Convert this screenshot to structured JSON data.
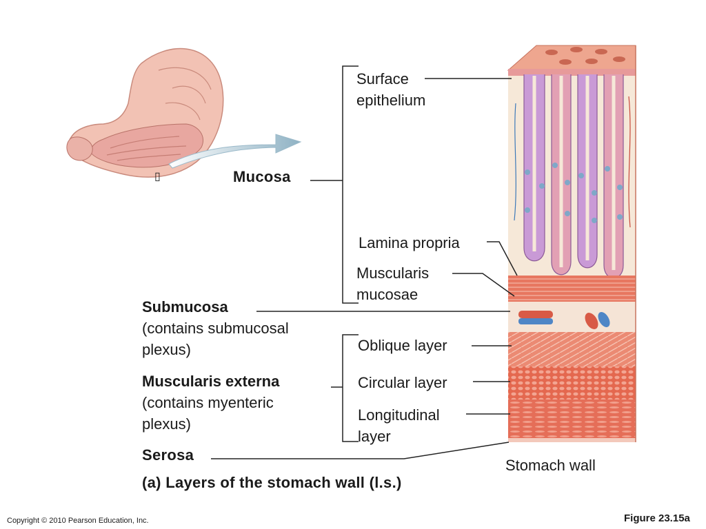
{
  "labels": {
    "mucosa": "Mucosa",
    "surface_epithelium": [
      "Surface",
      "epithelium"
    ],
    "lamina_propria": "Lamina propria",
    "muscularis_mucosae": [
      "Muscularis",
      "mucosae"
    ],
    "submucosa": {
      "title": "Submucosa",
      "note": [
        "(contains submucosal",
        "plexus)"
      ]
    },
    "oblique_layer": "Oblique layer",
    "circular_layer": "Circular layer",
    "longitudinal_layer": [
      "Longitudinal",
      "layer"
    ],
    "muscularis_externa": {
      "title": "Muscularis externa",
      "note": [
        "(contains myenteric",
        "plexus)"
      ]
    },
    "serosa": "Serosa",
    "stomach_wall": "Stomach wall"
  },
  "caption": "(a) Layers of the stomach wall (l.s.)",
  "copyright": "Copyright © 2010 Pearson Education, Inc.",
  "figure_number": "Figure 23.15a",
  "colors": {
    "epithelium": "#e8a0a8",
    "gland_purple": "#b98ac8",
    "gland_blue": "#7fa8c8",
    "muscle": "#d9604e",
    "muscle_light": "#f1b0a0",
    "submucosa": "#f4e6da",
    "stomach": "#f2c4b8",
    "arrow": "#9ab9c9",
    "leader": "#222222"
  }
}
